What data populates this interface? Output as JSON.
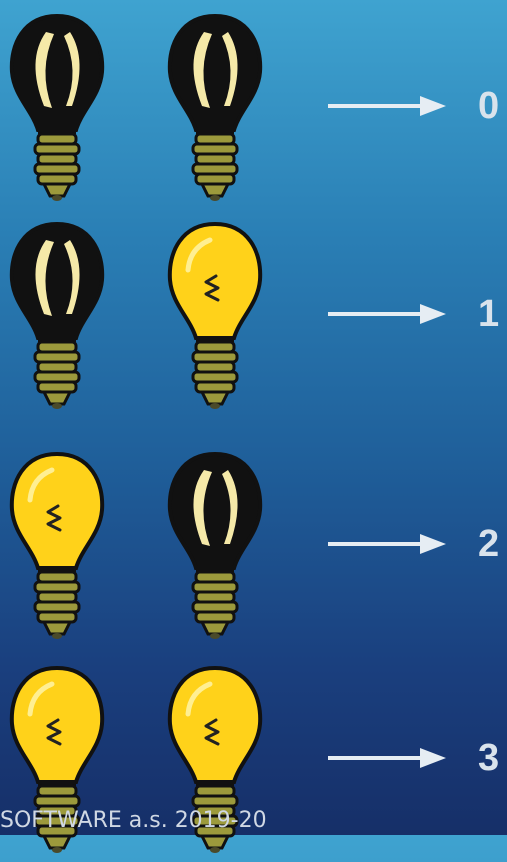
{
  "rows": [
    {
      "bulbs": [
        "off",
        "off"
      ],
      "value": "0"
    },
    {
      "bulbs": [
        "off",
        "on"
      ],
      "value": "1"
    },
    {
      "bulbs": [
        "on",
        "off"
      ],
      "value": "2"
    },
    {
      "bulbs": [
        "on",
        "on"
      ],
      "value": "3"
    }
  ],
  "icons": {
    "bulb": "light-bulb-icon",
    "arrow": "right-arrow-icon"
  },
  "colors": {
    "bulb_on": "#ffd21a",
    "bulb_off": "#111111",
    "base": "#9c9a3c",
    "arrow": "#e6edf3"
  },
  "footer": {
    "text": "SOFTWARE a.s. 2019-20"
  }
}
